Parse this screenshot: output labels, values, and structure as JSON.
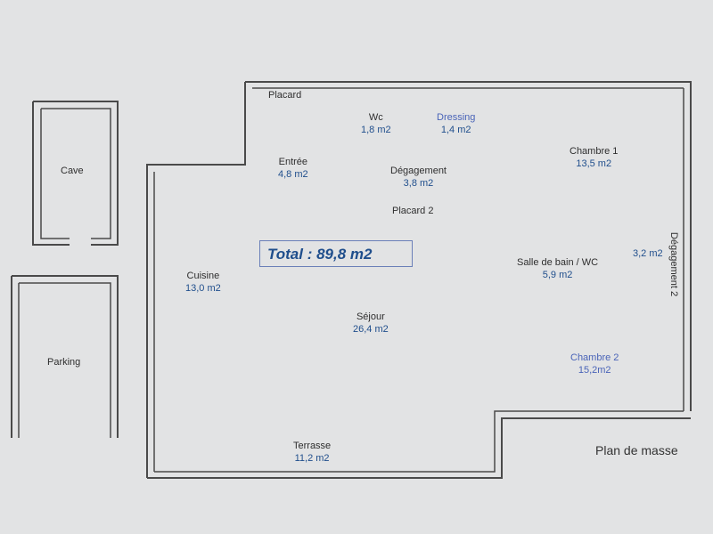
{
  "rooms": {
    "placard": {
      "name": "Placard"
    },
    "wc": {
      "name": "Wc",
      "area": "1,8 m2"
    },
    "dressing": {
      "name": "Dressing",
      "area": "1,4 m2"
    },
    "entree": {
      "name": "Entrée",
      "area": "4,8 m2"
    },
    "degagement": {
      "name": "Dégagement",
      "area": "3,8 m2"
    },
    "placard2": {
      "name": "Placard 2"
    },
    "chambre1": {
      "name": "Chambre 1",
      "area": "13,5 m2"
    },
    "cave": {
      "name": "Cave"
    },
    "cuisine": {
      "name": "Cuisine",
      "area": "13,0 m2"
    },
    "salle_bain": {
      "name": "Salle de bain / WC",
      "area": "5,9 m2"
    },
    "degagement2": {
      "name": "Dégagement 2",
      "area": "3,2 m2"
    },
    "sejour": {
      "name": "Séjour",
      "area": "26,4 m2"
    },
    "parking": {
      "name": "Parking"
    },
    "chambre2": {
      "name": "Chambre 2",
      "area": "15,2m2"
    },
    "terrasse": {
      "name": "Terrasse",
      "area": "11,2 m2"
    }
  },
  "total": "Total : 89,8  m2",
  "plan_title": "Plan de masse"
}
